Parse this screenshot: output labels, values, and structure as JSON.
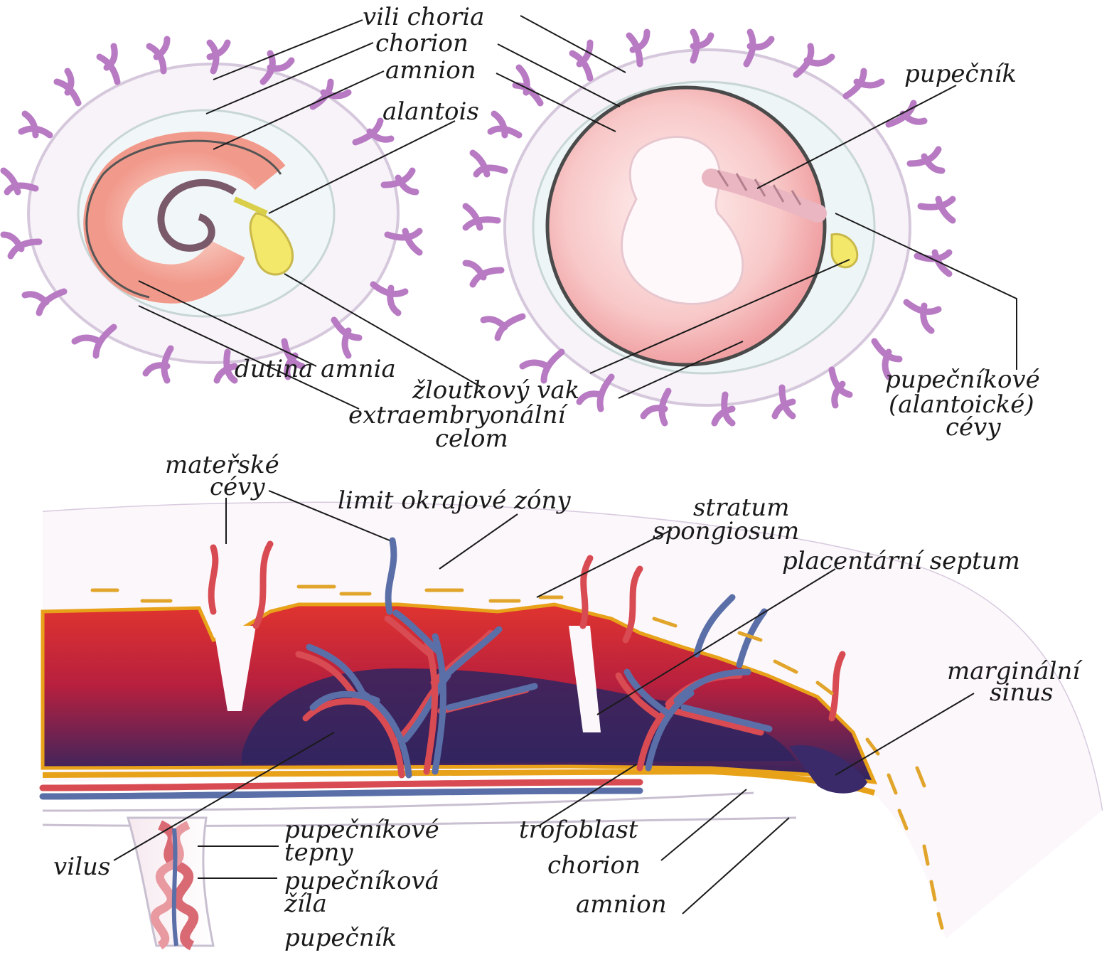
{
  "colors": {
    "villi": "#b77ac3",
    "amnion": "#f0a89a",
    "yolk_sac": "#f3e86a",
    "decidua_red": "#c8283a",
    "decidua_dark": "#3a2a6a",
    "maternal_artery": "#d94b52",
    "maternal_vein": "#5a6fa8",
    "gold_border": "#e8a21a"
  },
  "labels": {
    "vili_choria": "vili choria",
    "chorion_top": "chorion",
    "amnion_top": "amnion",
    "alantois": "alantois",
    "pupecnik_top": "pupečník",
    "dutina_amnia": "dutina amnia",
    "zloutkovy_vak": "žloutkový vak",
    "extraembryonalni_l1": "extraembryonální",
    "extraembryonalni_l2": "celom",
    "pupecnikove_cevy_l1": "pupečníkové",
    "pupecnikove_cevy_l2": "(alantoické)",
    "pupecnikove_cevy_l3": "cévy",
    "materske_cevy_l1": "mateřské",
    "materske_cevy_l2": "cévy",
    "limit_okrajove_zony": "limit okrajové zóny",
    "stratum_l1": "stratum",
    "stratum_l2": "spongiosum",
    "placentarni_septum": "placentární septum",
    "marginalni_l1": "marginální",
    "marginalni_l2": "sinus",
    "vilus": "vilus",
    "pupecnikove_tepny_l1": "pupečníkové",
    "pupecnikove_tepny_l2": "tepny",
    "pupecnikova_zila_l1": "pupečníková",
    "pupecnikova_zila_l2": "žíla",
    "pupecnik_bottom": "pupečník",
    "trofoblast": "trofoblast",
    "chorion_bottom": "chorion",
    "amnion_bottom": "amnion"
  }
}
